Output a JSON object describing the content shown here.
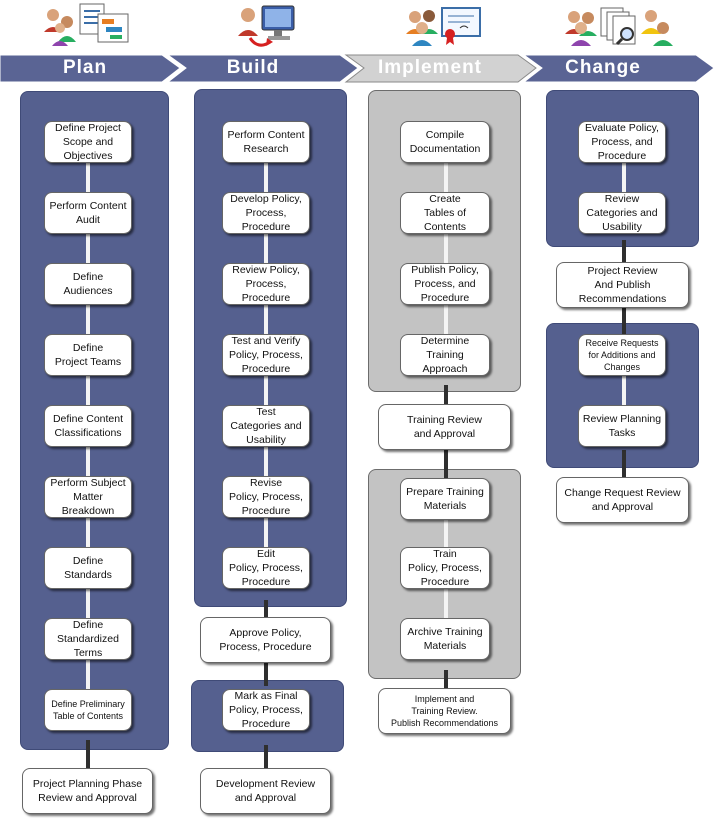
{
  "phases": [
    {
      "label": "Plan"
    },
    {
      "label": "Build"
    },
    {
      "label": "Implement"
    },
    {
      "label": "Change"
    }
  ],
  "icons": [
    "users-documents-icon",
    "user-computer-icon",
    "users-certificate-icon",
    "users-documents-search-icon"
  ],
  "plan": {
    "steps": [
      "Define Project\nScope and\nObjectives",
      "Perform Content\nAudit",
      "Define\nAudiences",
      "Define\nProject Teams",
      "Define Content\nClassifications",
      "Perform Subject\nMatter\nBreakdown",
      "Define\nStandards",
      "Define\nStandardized\nTerms",
      "Define Preliminary\nTable of Contents"
    ],
    "review": "Project Planning Phase\nReview and Approval"
  },
  "build": {
    "steps": [
      "Perform Content\nResearch",
      "Develop Policy,\nProcess,\nProcedure",
      "Review Policy,\nProcess,\nProcedure",
      "Test and Verify\nPolicy, Process,\nProcedure",
      "Test\nCategories and\nUsability",
      "Revise\nPolicy, Process,\nProcedure",
      "Edit\nPolicy, Process,\nProcedure"
    ],
    "approve": "Approve  Policy,\nProcess, Procedure",
    "final": "Mark as Final\nPolicy, Process,\nProcedure",
    "review": "Development Review\nand Approval"
  },
  "implement": {
    "steps": [
      "Compile\nDocumentation",
      "Create\nTables of\nContents",
      "Publish Policy,\nProcess, and\nProcedure",
      "Determine\nTraining\nApproach"
    ],
    "training_review": "Training Review\nand Approval",
    "training_steps": [
      "Prepare Training\nMaterials",
      "Train\nPolicy, Process,\nProcedure",
      "Archive Training\nMaterials"
    ],
    "final_review": "Implement and\nTraining Review.\nPublish Recommendations"
  },
  "change": {
    "steps": [
      "Evaluate Policy,\nProcess, and\nProcedure",
      "Review\nCategories and\nUsability"
    ],
    "project_review": "Project Review\nAnd Publish\nRecommendations",
    "request_steps": [
      "Receive Requests\nfor Additions and\nChanges",
      "Review Planning\nTasks"
    ],
    "final_review": "Change Request Review\nand Approval"
  },
  "colors": {
    "arrow_blue": "#5a6494",
    "arrow_gray": "#d2d2d2",
    "panel_blue": "#55608f",
    "panel_gray": "#c3c3c3",
    "label_white": "#ffffff"
  }
}
